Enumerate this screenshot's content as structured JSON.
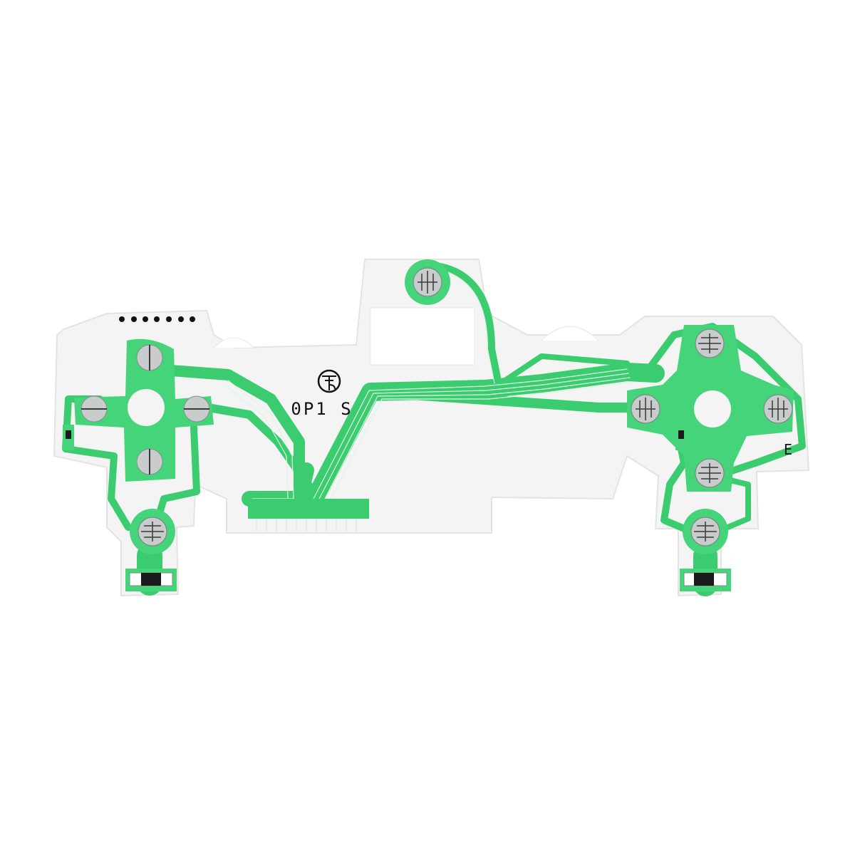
{
  "image": {
    "subject": "flex-circuit-membrane",
    "colors": {
      "background": "#ffffff",
      "film": "#f3f4f3",
      "film_edge": "#e2e4e2",
      "pad_green": "#46d47a",
      "trace_green": "#3ccc70",
      "trace_line": "#dff5e6",
      "contact_silver": "#c9cccc",
      "contact_dark": "#3a3a3a",
      "print_black": "#111111"
    }
  },
  "markings": {
    "code": "0P1 S",
    "edge_mark": "E"
  }
}
